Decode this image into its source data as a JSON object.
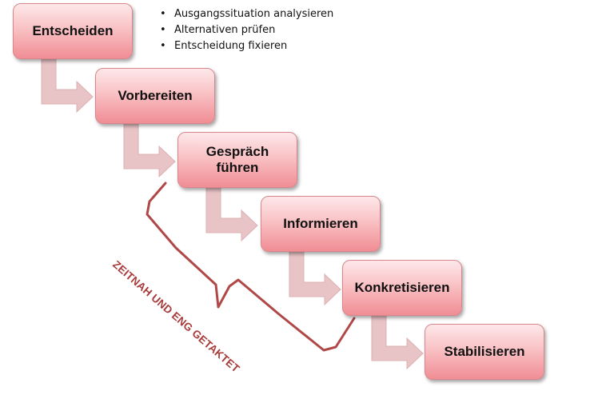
{
  "steps": [
    {
      "label": "Entscheiden"
    },
    {
      "label": "Vorbereiten"
    },
    {
      "label": "Gespräch\nführen"
    },
    {
      "label": "Informieren"
    },
    {
      "label": "Konkretisieren"
    },
    {
      "label": "Stabilisieren"
    }
  ],
  "bullets": [
    "Ausgangssituation analysieren",
    "Alternativen prüfen",
    "Entscheidung fixieren"
  ],
  "bullet_symbol": "•",
  "bracket_label": "ZEITNAH UND ENG GETAKTET",
  "colors": {
    "box_top": "#fde8e9",
    "box_bottom": "#f08d94",
    "box_border": "#d8868c",
    "arrow_fill": "#e8c4c6",
    "bracket": "#b04848",
    "bracket_text": "#a83a3a"
  },
  "icons": {
    "connector": "elbow-arrow-icon",
    "bracket": "curly-brace-icon"
  }
}
